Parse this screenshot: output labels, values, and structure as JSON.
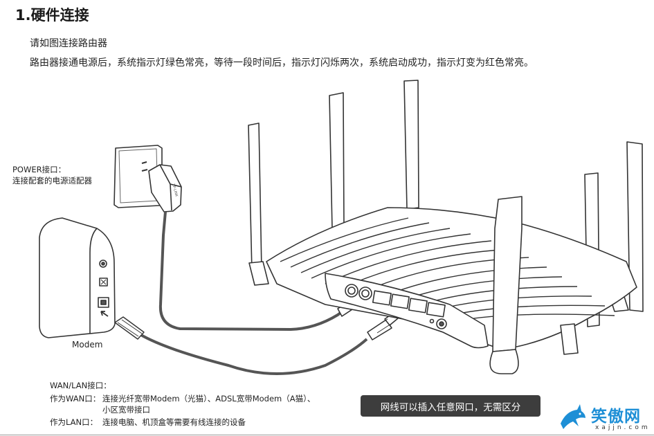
{
  "title": "1.硬件连接",
  "subtitle": "请如图连接路由器",
  "description": "路由器接通电源后，系统指示灯绿色常亮，等待一段时间后，指示灯闪烁两次，系统启动成功，指示灯变为红色常亮。",
  "power": {
    "heading": "POWER接口：",
    "text": "连接配套的电源适配器"
  },
  "modem_label": "Modem",
  "adapter_brand": "TP-LINK",
  "wanlan": {
    "heading": "WAN/LAN接口：",
    "wan_key": "作为WAN口：",
    "wan_line1": "连接光纤宽带Modem（光猫）、ADSL宽带Modem（A猫）、",
    "wan_line2": "小区宽带接口",
    "lan_key": "作为LAN口：",
    "lan_text": "连接电脑、机顶盒等需要有线连接的设备"
  },
  "hint": "网线可以插入任意网口，无需区分",
  "watermark": {
    "name": "笑傲网",
    "url": "xajjn.com",
    "color": "#1e8fd6"
  }
}
